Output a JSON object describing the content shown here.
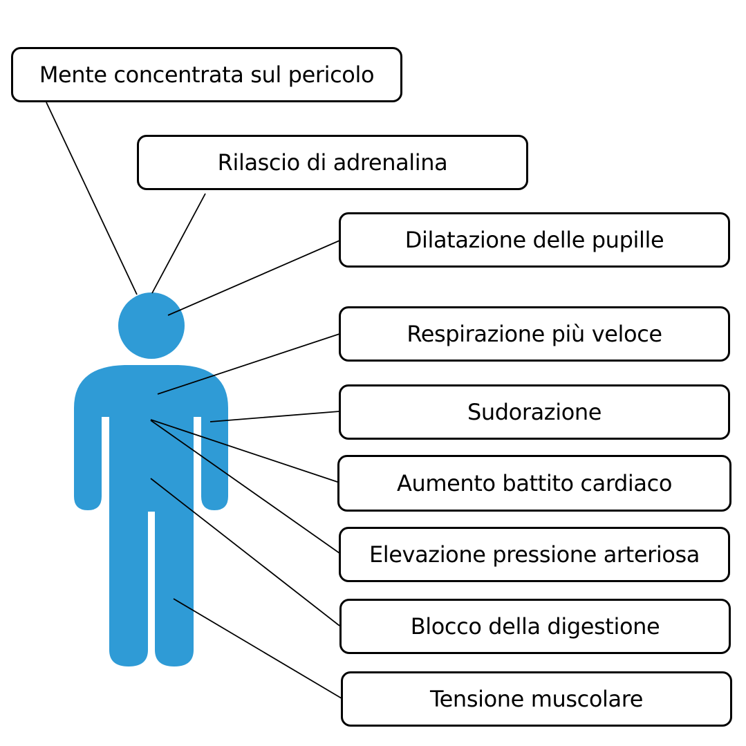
{
  "colors": {
    "figure": "#2f9bd6",
    "line": "#000000",
    "box_border": "#000000"
  },
  "labels": {
    "mente": "Mente concentrata sul pericolo",
    "adrenalina": "Rilascio di adrenalina",
    "pupille": "Dilatazione delle pupille",
    "respirazione": "Respirazione più veloce",
    "sudorazione": "Sudorazione",
    "battito": "Aumento battito cardiaco",
    "pressione": "Elevazione  pressione arteriosa",
    "digestione": "Blocco della digestione",
    "tensione": "Tensione muscolare"
  },
  "figure": {
    "icon": "person-icon"
  }
}
